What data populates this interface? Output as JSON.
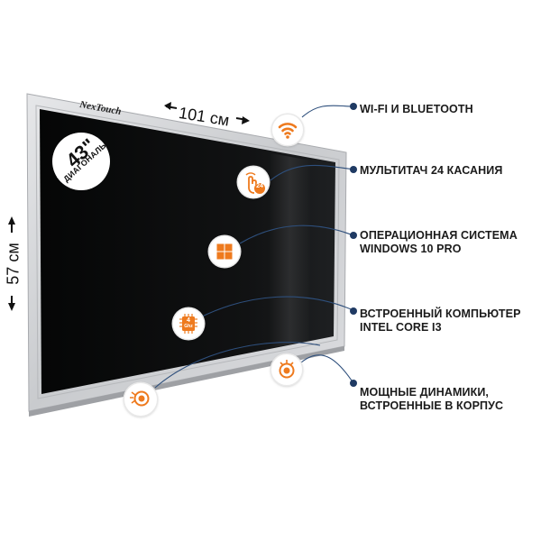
{
  "dimensions": {
    "width": "101 см",
    "height": "57 см",
    "diagonal_value": "43\"",
    "diagonal_caption": "ДИАГОНАЛЬ"
  },
  "brand": {
    "logo_text": "NexTouch"
  },
  "features": [
    {
      "lines": [
        "WI-FI И BLUETOOTH"
      ],
      "icon": "wifi-icon"
    },
    {
      "lines": [
        "МУЛЬТИТАЧ 24 КАСАНИЯ"
      ],
      "icon": "multitouch-icon",
      "icon_text": "24"
    },
    {
      "lines": [
        "ОПЕРАЦИОННАЯ СИСТЕМА",
        "WINDOWS 10 PRO"
      ],
      "icon": "windows-logo-icon"
    },
    {
      "lines": [
        "ВСТРОЕННЫЙ КОМПЬЮТЕР",
        "INTEL CORE I3"
      ],
      "icon": "cpu-chip-icon",
      "icon_text_1": "4",
      "icon_text_2": "Ghz"
    },
    {
      "lines": [
        "МОЩНЫЕ ДИНАМИКИ,",
        "ВСТРОЕННЫЕ В КОРПУС"
      ],
      "icon": "speaker-icon"
    }
  ],
  "colors": {
    "accent_orange": "#ee7a1e",
    "callout_dot": "#1f3a63",
    "callout_line": "#2e4f7c",
    "bezel": "#d3d5d8",
    "screen": "#0b0c0d"
  }
}
